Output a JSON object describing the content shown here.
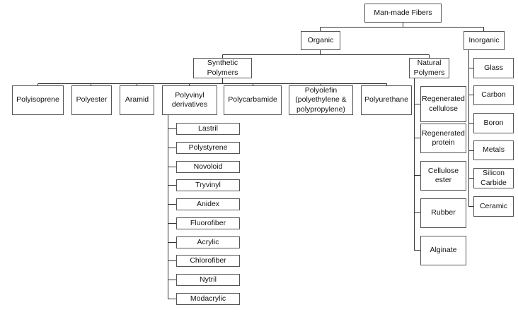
{
  "diagram": {
    "root": "Man-made Fibers",
    "organic": "Organic",
    "inorganic": "Inorganic",
    "synthetic_polymers": "Synthetic\nPolymers",
    "natural_polymers": "Natural\nPolymers",
    "synthetic_types": [
      "Polyisoprene",
      "Polyester",
      "Aramid",
      "Polyvinyl\nderivatives",
      "Polycarbamide",
      "Polyolefin\n(polyethylene &\npolypropylene)",
      "Polyurethane"
    ],
    "polyvinyl_derivatives": [
      "Lastril",
      "Polystyrene",
      "Novoloid",
      "Tryvinyl",
      "Anidex",
      "Fluorofiber",
      "Acrylic",
      "Chlorofiber",
      "Nytril",
      "Modacrylic"
    ],
    "natural_types": [
      "Regenerated\ncellulose",
      "Regenerated\nprotein",
      "Cellulose\nester",
      "Rubber",
      "Alginate"
    ],
    "inorganic_types": [
      "Glass",
      "Carbon",
      "Boron",
      "Metals",
      "Silicon\nCarbide",
      "Ceramic"
    ]
  }
}
